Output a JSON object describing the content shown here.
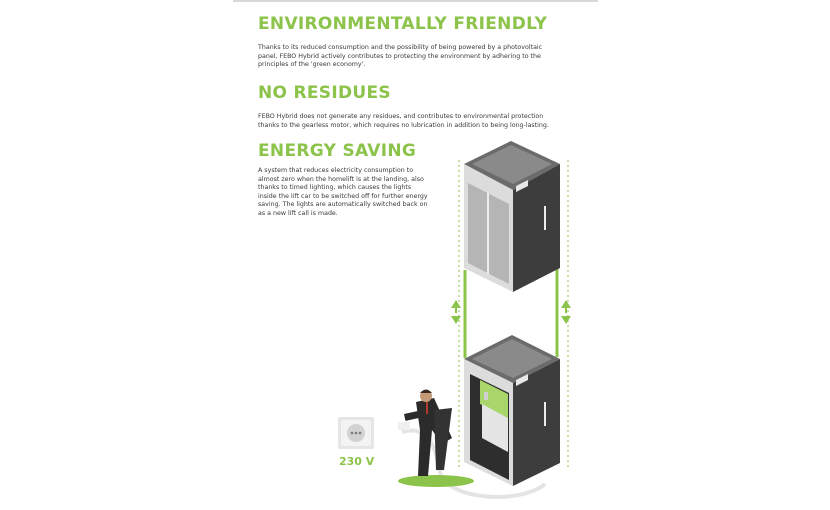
{
  "sections": [
    {
      "heading": "ENVIRONMENTALLY FRIENDLY",
      "text": "Thanks to its reduced consumption and the possibility of being powered by a photovoltaic panel, FEBO Hybrid actively contributes to protecting the environment by adhering to the principles of the 'green economy'."
    },
    {
      "heading": "NO RESIDUES",
      "text": "FEBO Hybrid does not generate any residues, and contributes to environmental protection thanks to the gearless motor, which requires no lubrication in addition to being long-lasting."
    },
    {
      "heading": "ENERGY SAVING",
      "text": "A system that reduces electricity consumption to almost zero when the homelift is at the landing, also thanks to timed lighting, which causes the lights inside the lift car to be switched off for further energy saving. The lights are automatically switched back on as a new lift call is made."
    }
  ],
  "illustration": {
    "voltage_label": "230 V",
    "icons": [
      "lift-car-icon",
      "open-lift-car-icon",
      "up-down-arrow-icon",
      "wall-socket-icon",
      "businessman-icon"
    ],
    "colors": {
      "accent": "#8cc34a",
      "steel_light": "#d4d4d4",
      "steel_dark": "#3d3d3d",
      "text": "#3a3a3a"
    }
  }
}
